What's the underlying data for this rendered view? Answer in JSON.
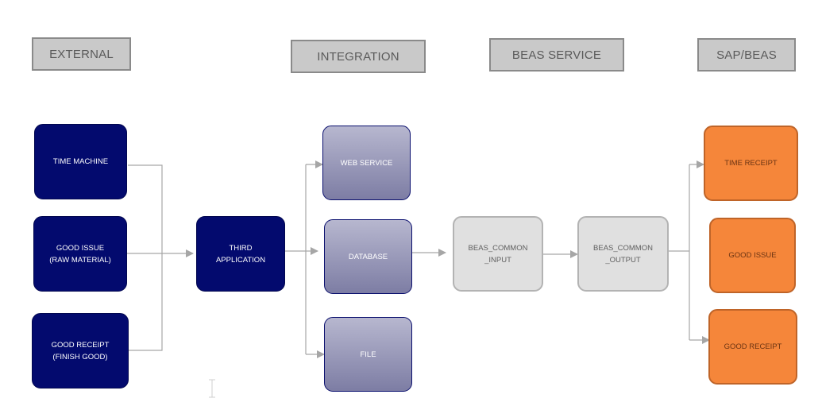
{
  "headers": {
    "external": "EXTERNAL",
    "integration": "INTEGRATION",
    "beas_service": "BEAS SERVICE",
    "sap_beas": "SAP/BEAS"
  },
  "external": {
    "time_machine": "TIME MACHINE",
    "good_issue": "GOOD ISSUE\n(RAW MATERIAL)",
    "good_receipt": "GOOD RECEIPT\n(FINISH GOOD)"
  },
  "third_application": "THIRD\nAPPLICATION",
  "integration": {
    "web_service": "WEB SERVICE",
    "database": "DATABASE",
    "file": "FILE"
  },
  "beas_service": {
    "input": "BEAS_COMMON\n_INPUT",
    "output": "BEAS_COMMON\n_OUTPUT"
  },
  "sap_beas": {
    "time_receipt": "TIME RECEIPT",
    "good_issue": "GOOD ISSUE",
    "good_receipt": "GOOD RECEIPT"
  },
  "colors": {
    "dark_node": "#030a6e",
    "orange_node": "#f5863a",
    "header_fill": "#c9c9c9",
    "connector": "#a6a6a6"
  }
}
